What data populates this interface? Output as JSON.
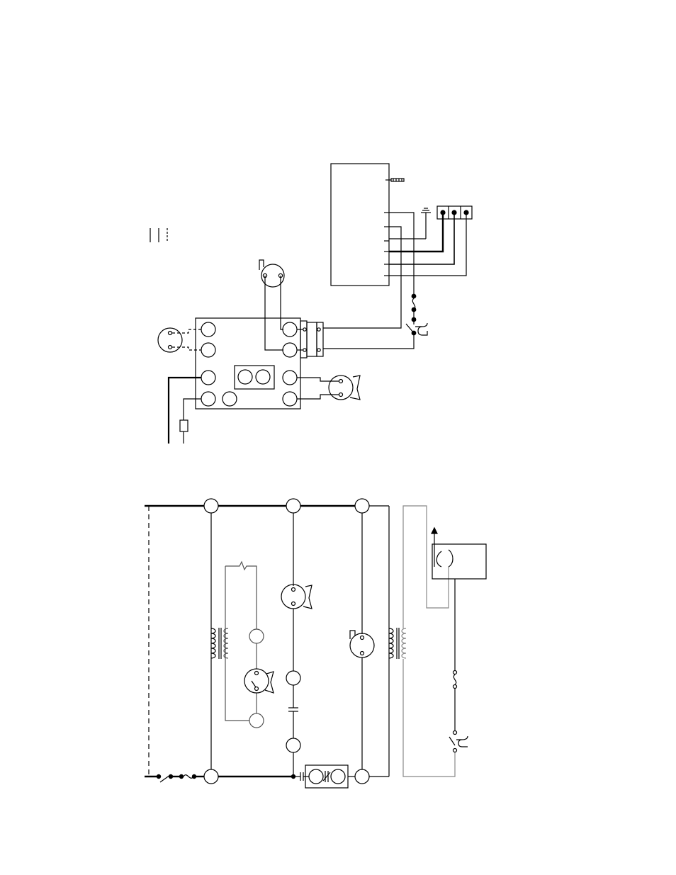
{
  "diagram": {
    "type": "wiring-diagram",
    "text_labels": [],
    "colors": {
      "background": "#ffffff",
      "wire": "#000000",
      "wire_low_voltage": "#555555",
      "wire_gray": "#888888"
    },
    "sections": [
      {
        "name": "connection-diagram",
        "description_visible": false
      },
      {
        "name": "ladder-schematic",
        "description_visible": false
      }
    ],
    "icons": [
      "resistor-icon",
      "ground-icon",
      "terminal-strip-icon",
      "fuse-icon",
      "limit-switch-icon",
      "blower-motor-icon",
      "inducer-motor-icon",
      "pressure-switch-icon",
      "transformer-icon",
      "capacitor-icon",
      "thermostat-icon",
      "flame-sensor-icon",
      "door-switch-icon"
    ]
  }
}
